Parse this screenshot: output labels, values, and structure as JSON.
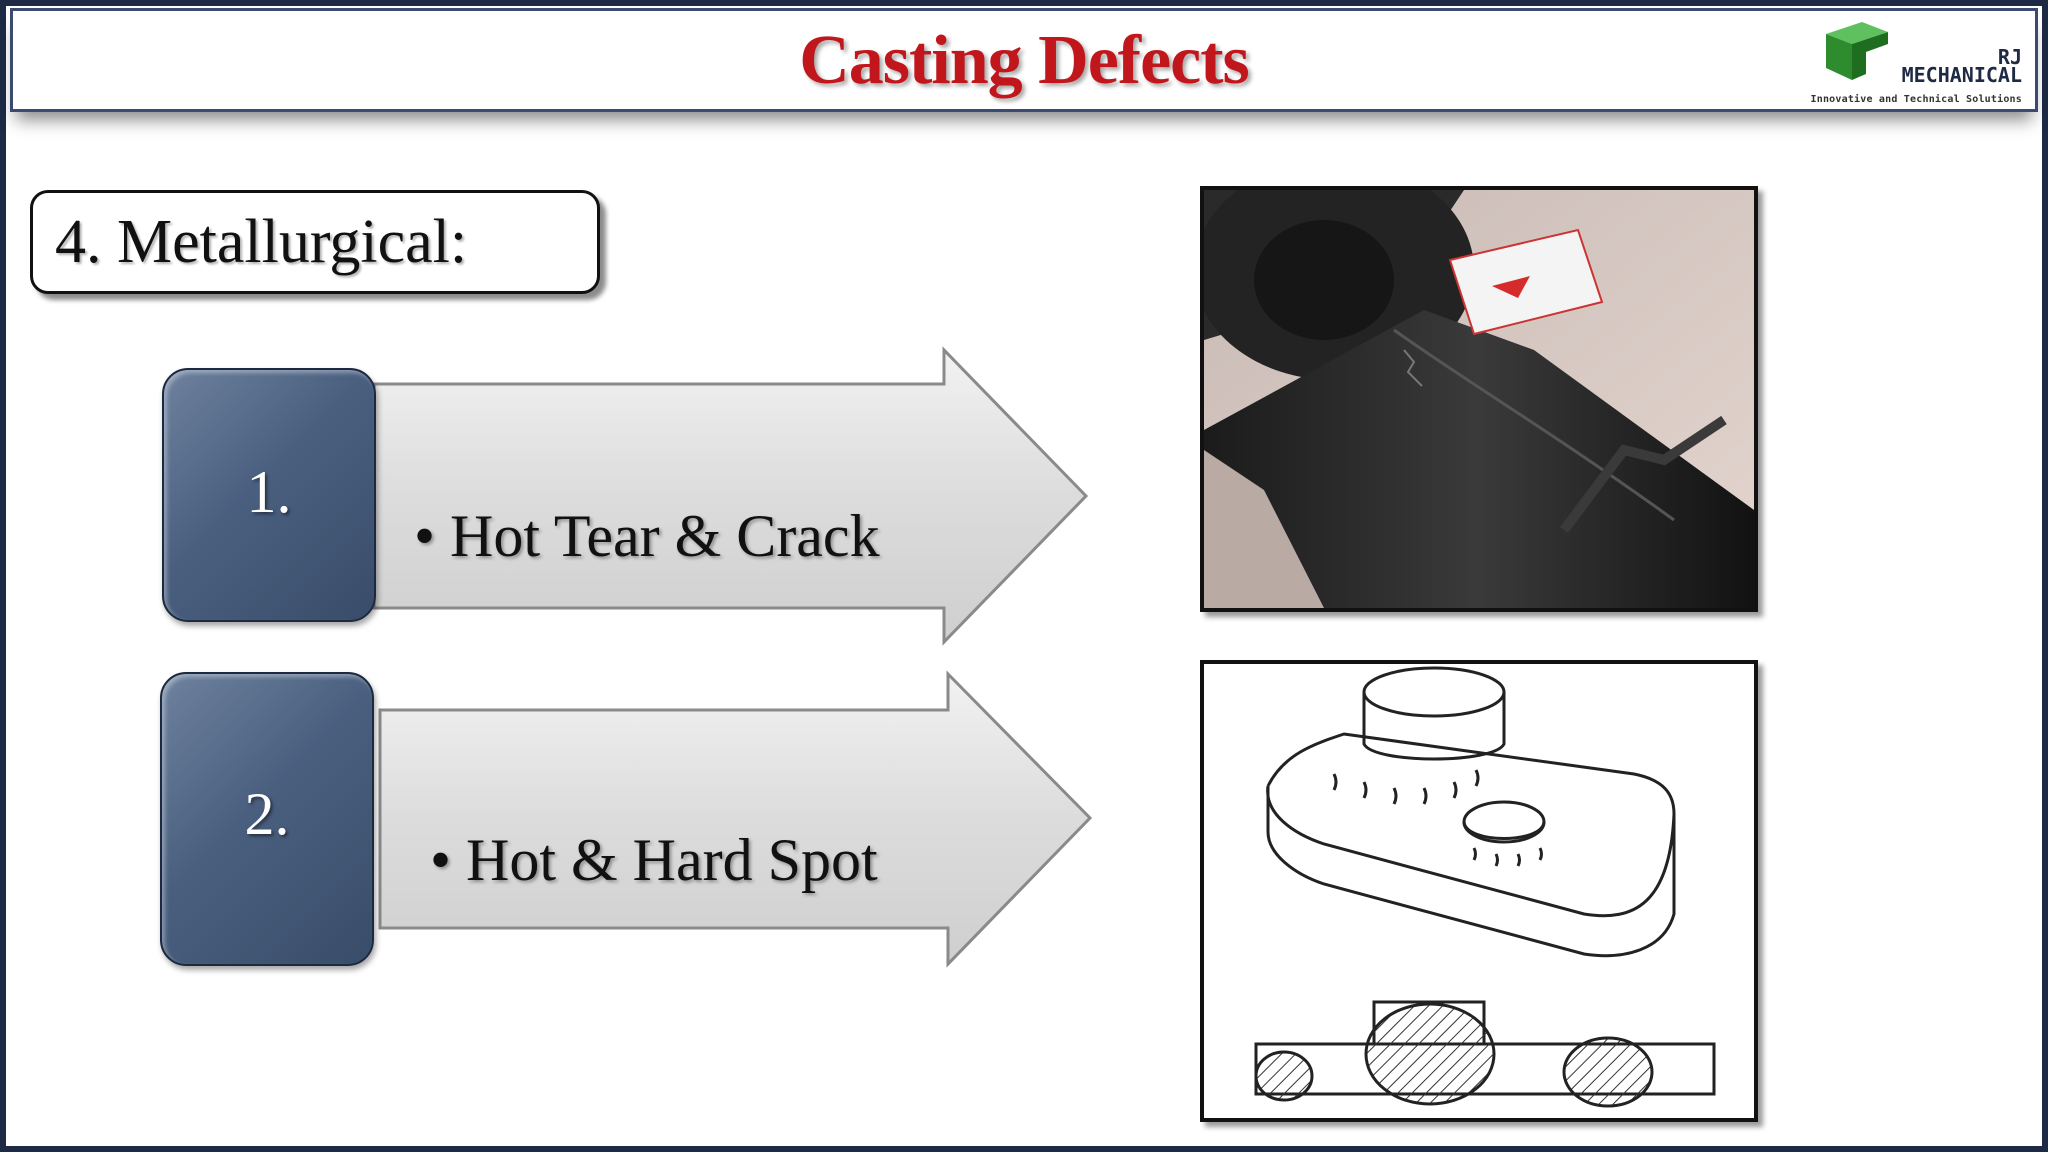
{
  "header": {
    "title": "Casting Defects",
    "title_color": "#c0161c",
    "logo": {
      "icon": "green-cube-icon",
      "name_line1": "RJ",
      "name_line2": "MECHANICAL",
      "tagline": "Innovative and Technical Solutions",
      "brand_color": "#2e8b2e"
    }
  },
  "section": {
    "heading": "4. Metallurgical:"
  },
  "items": [
    {
      "number": "1.",
      "label": "Hot Tear & Crack",
      "image": "hot-tear-crack-photo"
    },
    {
      "number": "2.",
      "label": "Hot & Hard Spot",
      "image": "hot-hard-spot-diagram"
    }
  ],
  "colors": {
    "number_box": "#4a5f7f",
    "arrow_fill": "#dcdcdc"
  }
}
